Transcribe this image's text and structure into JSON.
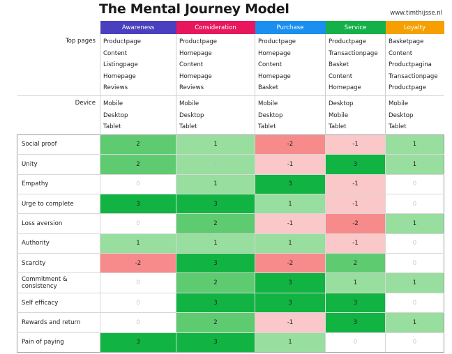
{
  "title": "The Mental Journey Model",
  "site": "www.timthijsse.nl",
  "stages": [
    {
      "label": "Awareness",
      "color": "#4a3fbf"
    },
    {
      "label": "Consideration",
      "color": "#e8175d"
    },
    {
      "label": "Purchase",
      "color": "#1a8ff0"
    },
    {
      "label": "Service",
      "color": "#14b14a"
    },
    {
      "label": "Loyalty",
      "color": "#f5a000"
    }
  ],
  "top_pages_label": "Top pages",
  "top_pages": [
    [
      "Productpage",
      "Content",
      "Listingpage",
      "Homepage",
      "Reviews"
    ],
    [
      "Productpage",
      "Homepage",
      "Content",
      "Homepage",
      "Reviews"
    ],
    [
      "Productpage",
      "Homepage",
      "Content",
      "Homepage",
      "Basket"
    ],
    [
      "Productpage",
      "Transactionpage",
      "Basket",
      "Content",
      "Homepage"
    ],
    [
      "Basketpage",
      "Content",
      "Productpagina",
      "Transactionpage",
      "Productpage"
    ]
  ],
  "device_label": "Device",
  "devices": [
    [
      "Mobile",
      "Desktop",
      "Tablet"
    ],
    [
      "Mobile",
      "Desktop",
      "Tablet"
    ],
    [
      "Mobile",
      "Desktop",
      "Tablet"
    ],
    [
      "Desktop",
      "Mobile",
      "Tablet"
    ],
    [
      "Mobile",
      "Desktop",
      "Tablet"
    ]
  ],
  "score_colors": {
    "-2": "#f78a8a",
    "-1": "#fac8c8",
    "0": "#ffffff",
    "1": "#98de9e",
    "2": "#5ecb71",
    "3": "#11b442"
  },
  "principles": [
    {
      "label": "Social proof",
      "values": [
        "2",
        "1",
        "-2",
        "-1",
        "1"
      ]
    },
    {
      "label": "Unity",
      "values": [
        "2",
        "1",
        "-1",
        "3",
        "1"
      ]
    },
    {
      "label": "Empathy",
      "values": [
        "0",
        "1",
        "3",
        "-1",
        "0"
      ]
    },
    {
      "label": "Urge to complete",
      "values": [
        "3",
        "3",
        "1",
        "-1",
        "0"
      ]
    },
    {
      "label": "Loss aversion",
      "values": [
        "0",
        "2",
        "-1",
        "-2",
        "1"
      ]
    },
    {
      "label": "Authority",
      "values": [
        "1",
        "1",
        "1",
        "-1",
        "0"
      ]
    },
    {
      "label": "Scarcity",
      "values": [
        "-2",
        "3",
        "-2",
        "2",
        "0"
      ]
    },
    {
      "label": "Commitment & consistency",
      "values": [
        "0",
        "2",
        "3",
        "1",
        "1"
      ]
    },
    {
      "label": "Self efficacy",
      "values": [
        "0",
        "3",
        "3",
        "3",
        "0"
      ]
    },
    {
      "label": "Rewards and return",
      "values": [
        "0",
        "2",
        "-1",
        "3",
        "1"
      ]
    },
    {
      "label": "Pain of paying",
      "values": [
        "3",
        "3",
        "1",
        "0",
        "0"
      ]
    }
  ]
}
